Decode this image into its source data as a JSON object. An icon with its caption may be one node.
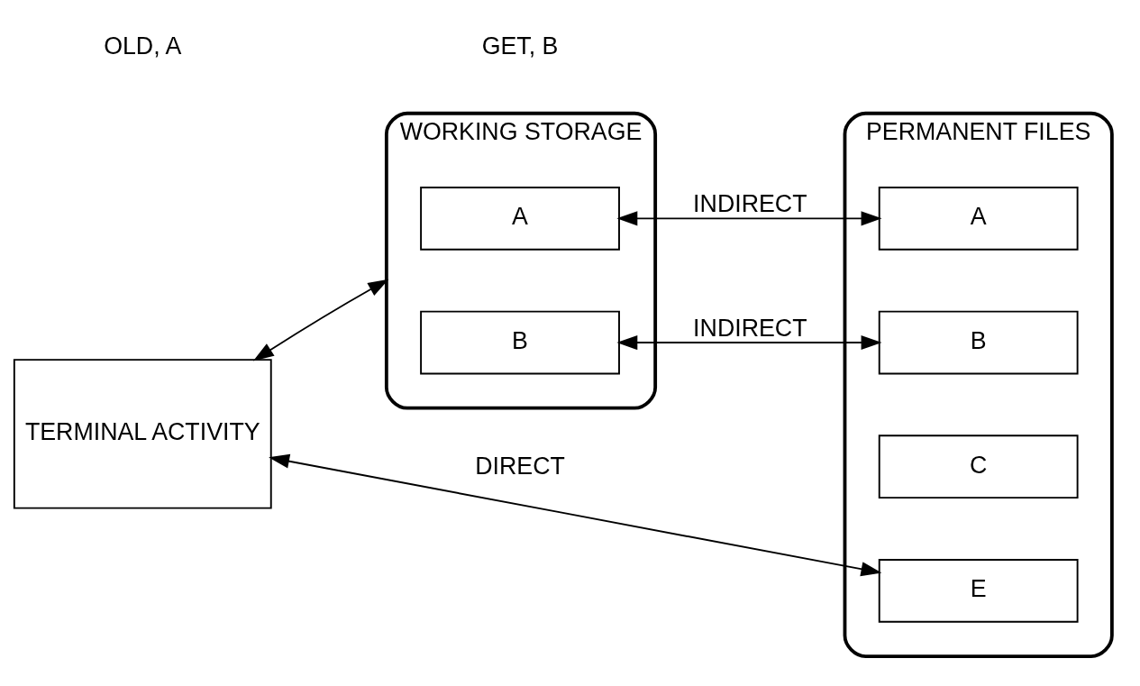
{
  "diagram": {
    "nodes": [
      {
        "text": [
          "TERMINAL ACTIVITY"
        ]
      },
      {
        "text": [
          "WORKING STORAGE"
        ]
      },
      {
        "text": [
          "A"
        ],
        "in": 1
      },
      {
        "text": [
          "B"
        ],
        "in": 1
      },
      {
        "text": [
          "PERMANENT FILES"
        ]
      },
      {
        "text": [
          "A"
        ],
        "in": 4
      },
      {
        "text": [
          "B"
        ],
        "in": 4
      },
      {
        "text": [
          "C"
        ],
        "in": 4
      },
      {
        "text": [
          "E"
        ],
        "in": 4
      }
    ],
    "edges": [
      {
        "from": 0,
        "to": 1,
        "arrow": "both"
      },
      {
        "from": 2,
        "to": 5,
        "arrow": "both",
        "label": "INDIRECT"
      },
      {
        "from": 3,
        "to": 6,
        "arrow": "both",
        "label": "INDIRECT"
      },
      {
        "from": 0,
        "to": 8,
        "arrow": "both",
        "label": "DIRECT"
      }
    ],
    "labels": [
      "OLD, A",
      "GET, B"
    ]
  }
}
